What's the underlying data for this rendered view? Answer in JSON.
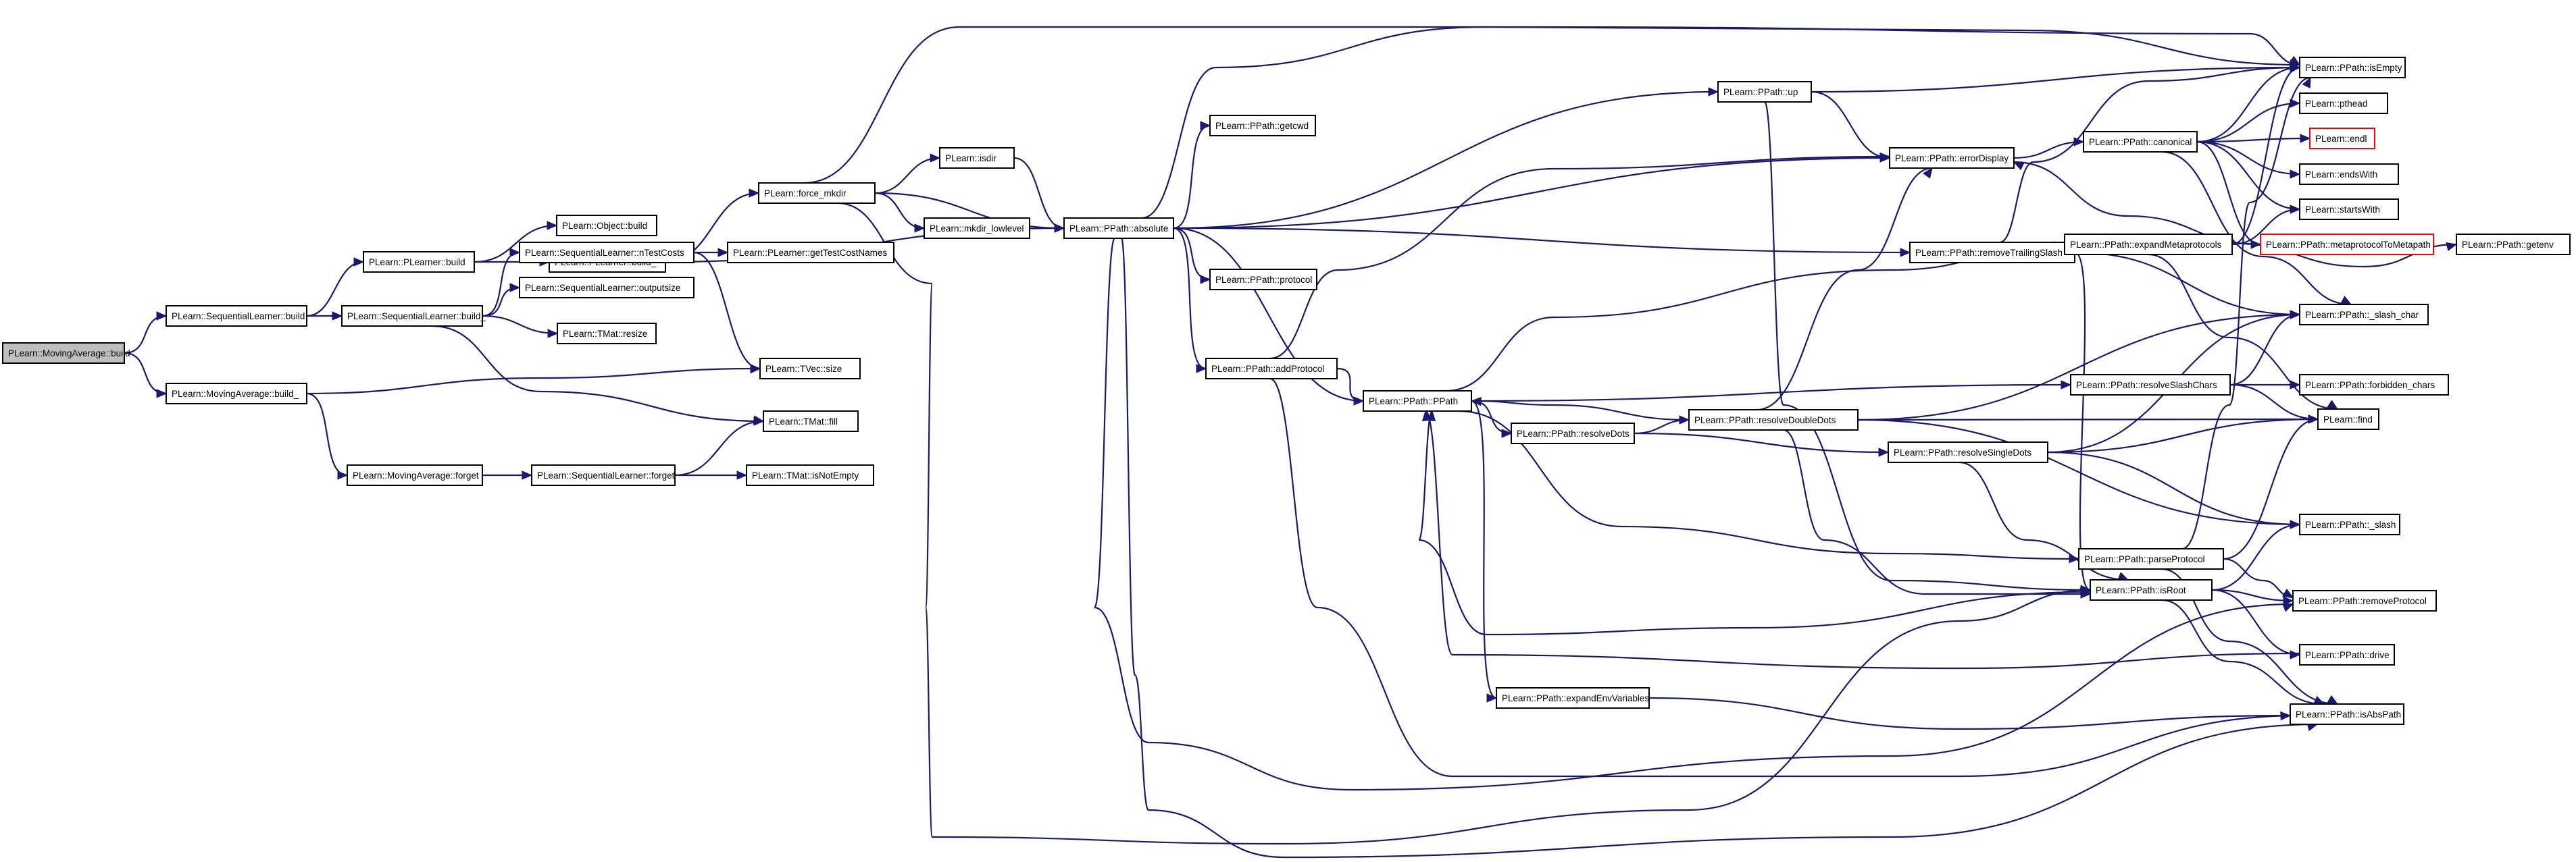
{
  "colors": {
    "edge": "#191970",
    "node_border": "#000000",
    "highlight_border": "#ff0000",
    "root_fill": "#bfbfbf"
  },
  "nodes": [
    {
      "id": "ma_build",
      "label": "PLearn::MovingAverage::build",
      "style": "root"
    },
    {
      "id": "sl_build",
      "label": "PLearn::SequentialLearner::build"
    },
    {
      "id": "ma_build_",
      "label": "PLearn::MovingAverage::build_"
    },
    {
      "id": "pl_build",
      "label": "PLearn::PLearner::build"
    },
    {
      "id": "sl_build_",
      "label": "PLearn::SequentialLearner::build_"
    },
    {
      "id": "ma_forget",
      "label": "PLearn::MovingAverage::forget"
    },
    {
      "id": "obj_build",
      "label": "PLearn::Object::build"
    },
    {
      "id": "pl_build_",
      "label": "PLearn::PLearner::build_"
    },
    {
      "id": "sl_ntc",
      "label": "PLearn::SequentialLearner::nTestCosts"
    },
    {
      "id": "sl_os",
      "label": "PLearn::SequentialLearner::outputsize"
    },
    {
      "id": "tmat_resize",
      "label": "PLearn::TMat::resize"
    },
    {
      "id": "sl_forget",
      "label": "PLearn::SequentialLearner::forget"
    },
    {
      "id": "force_mkdir",
      "label": "PLearn::force_mkdir"
    },
    {
      "id": "pl_gtcn",
      "label": "PLearn::PLearner::getTestCostNames"
    },
    {
      "id": "tvec_size",
      "label": "PLearn::TVec::size"
    },
    {
      "id": "tmat_fill",
      "label": "PLearn::TMat::fill"
    },
    {
      "id": "tmat_ine",
      "label": "PLearn::TMat::isNotEmpty"
    },
    {
      "id": "isdir",
      "label": "PLearn::isdir"
    },
    {
      "id": "mkdir_ll",
      "label": "PLearn::mkdir_lowlevel"
    },
    {
      "id": "pp_absolute",
      "label": "PLearn::PPath::absolute"
    },
    {
      "id": "pp_getcwd",
      "label": "PLearn::PPath::getcwd"
    },
    {
      "id": "pp_protocol",
      "label": "PLearn::PPath::protocol"
    },
    {
      "id": "pp_addprotocol",
      "label": "PLearn::PPath::addProtocol"
    },
    {
      "id": "pp_ppath",
      "label": "PLearn::PPath::PPath"
    },
    {
      "id": "pp_resolvedots",
      "label": "PLearn::PPath::resolveDots"
    },
    {
      "id": "pp_expandenv",
      "label": "PLearn::PPath::expandEnvVariables"
    },
    {
      "id": "pp_up",
      "label": "PLearn::PPath::up"
    },
    {
      "id": "pp_errordisplay",
      "label": "PLearn::PPath::errorDisplay"
    },
    {
      "id": "pp_removetrailing",
      "label": "PLearn::PPath::removeTrailingSlash"
    },
    {
      "id": "pp_resolvedoubledots",
      "label": "PLearn::PPath::resolveDoubleDots"
    },
    {
      "id": "pp_resolvesingledots",
      "label": "PLearn::PPath::resolveSingleDots"
    },
    {
      "id": "pp_canonical",
      "label": "PLearn::PPath::canonical"
    },
    {
      "id": "pp_expandmeta",
      "label": "PLearn::PPath::expandMetaprotocols"
    },
    {
      "id": "pp_resolveslash",
      "label": "PLearn::PPath::resolveSlashChars"
    },
    {
      "id": "pp_parseprotocol",
      "label": "PLearn::PPath::parseProtocol"
    },
    {
      "id": "pp_isroot",
      "label": "PLearn::PPath::isRoot"
    },
    {
      "id": "pp_isempty",
      "label": "PLearn::PPath::isEmpty"
    },
    {
      "id": "pthread",
      "label": "PLearn::pthead"
    },
    {
      "id": "endl",
      "label": "PLearn::endl",
      "style": "warn"
    },
    {
      "id": "endswith",
      "label": "PLearn::endsWith"
    },
    {
      "id": "startswith",
      "label": "PLearn::startsWith"
    },
    {
      "id": "pp_metatometa",
      "label": "PLearn::PPath::metaprotocolToMetapath",
      "style": "warn"
    },
    {
      "id": "pp_slashchar",
      "label": "PLearn::PPath::_slash_char"
    },
    {
      "id": "pp_forbidden",
      "label": "PLearn::PPath::forbidden_chars"
    },
    {
      "id": "find",
      "label": "PLearn::find"
    },
    {
      "id": "pp_slash",
      "label": "PLearn::PPath::_slash"
    },
    {
      "id": "pp_removeprotocol",
      "label": "PLearn::PPath::removeProtocol"
    },
    {
      "id": "pp_drive",
      "label": "PLearn::PPath::drive"
    },
    {
      "id": "pp_isabspath",
      "label": "PLearn::PPath::isAbsPath"
    },
    {
      "id": "pp_getenv",
      "label": "PLearn::PPath::getenv"
    }
  ],
  "edges": [
    [
      "ma_build",
      "sl_build"
    ],
    [
      "ma_build",
      "ma_build_"
    ],
    [
      "sl_build",
      "pl_build"
    ],
    [
      "sl_build",
      "sl_build_"
    ],
    [
      "pl_build",
      "obj_build"
    ],
    [
      "pl_build",
      "pl_build_"
    ],
    [
      "pl_build_",
      "force_mkdir"
    ],
    [
      "pl_build_",
      "pp_absolute"
    ],
    [
      "sl_build_",
      "sl_ntc"
    ],
    [
      "sl_build_",
      "sl_os"
    ],
    [
      "sl_build_",
      "tmat_resize"
    ],
    [
      "sl_build_",
      "tmat_fill"
    ],
    [
      "sl_ntc",
      "pl_gtcn"
    ],
    [
      "sl_ntc",
      "tvec_size"
    ],
    [
      "ma_build_",
      "tvec_size"
    ],
    [
      "ma_build_",
      "ma_forget"
    ],
    [
      "ma_forget",
      "sl_forget"
    ],
    [
      "sl_forget",
      "tmat_fill"
    ],
    [
      "sl_forget",
      "tmat_ine"
    ],
    [
      "force_mkdir",
      "isdir"
    ],
    [
      "force_mkdir",
      "mkdir_ll"
    ],
    [
      "force_mkdir",
      "pp_absolute"
    ],
    [
      "force_mkdir",
      "pp_isempty"
    ],
    [
      "force_mkdir",
      "pp_isroot"
    ],
    [
      "isdir",
      "pp_absolute"
    ],
    [
      "pp_absolute",
      "pp_getcwd"
    ],
    [
      "pp_absolute",
      "pp_protocol"
    ],
    [
      "pp_absolute",
      "pp_addprotocol"
    ],
    [
      "pp_absolute",
      "pp_ppath"
    ],
    [
      "pp_absolute",
      "pp_up"
    ],
    [
      "pp_absolute",
      "pp_removetrailing"
    ],
    [
      "pp_absolute",
      "pp_isempty"
    ],
    [
      "pp_absolute",
      "pp_errordisplay"
    ],
    [
      "pp_absolute",
      "pp_isabspath"
    ],
    [
      "pp_absolute",
      "pp_removeprotocol"
    ],
    [
      "pp_addprotocol",
      "pp_ppath"
    ],
    [
      "pp_addprotocol",
      "pp_errordisplay"
    ],
    [
      "pp_addprotocol",
      "pp_isabspath"
    ],
    [
      "pp_ppath",
      "pp_resolvedots"
    ],
    [
      "pp_ppath",
      "pp_expandenv"
    ],
    [
      "pp_ppath",
      "pp_resolveslash"
    ],
    [
      "pp_ppath",
      "pp_expandmeta"
    ],
    [
      "pp_ppath",
      "pp_parseprotocol"
    ],
    [
      "pp_resolvedots",
      "pp_resolvedoubledots"
    ],
    [
      "pp_resolvedots",
      "pp_resolvesingledots"
    ],
    [
      "pp_resolvedoubledots",
      "pp_ppath"
    ],
    [
      "pp_resolvedoubledots",
      "pp_errordisplay"
    ],
    [
      "pp_resolvedoubledots",
      "pp_slashchar"
    ],
    [
      "pp_resolvedoubledots",
      "find"
    ],
    [
      "pp_resolvedoubledots",
      "pp_slash"
    ],
    [
      "pp_resolvedoubledots",
      "pp_isroot"
    ],
    [
      "pp_resolvesingledots",
      "pp_slashchar"
    ],
    [
      "pp_resolvesingledots",
      "find"
    ],
    [
      "pp_resolvesingledots",
      "pp_slash"
    ],
    [
      "pp_resolvesingledots",
      "pp_isroot"
    ],
    [
      "pp_up",
      "pp_isempty"
    ],
    [
      "pp_up",
      "pp_errordisplay"
    ],
    [
      "pp_up",
      "pp_isroot"
    ],
    [
      "pp_errordisplay",
      "pp_canonical"
    ],
    [
      "pp_canonical",
      "pp_isempty"
    ],
    [
      "pp_canonical",
      "pthread"
    ],
    [
      "pp_canonical",
      "endl"
    ],
    [
      "pp_canonical",
      "endswith"
    ],
    [
      "pp_canonical",
      "startswith"
    ],
    [
      "pp_canonical",
      "pp_metatometa"
    ],
    [
      "pp_canonical",
      "pp_slashchar"
    ],
    [
      "pp_removetrailing",
      "pp_isempty"
    ],
    [
      "pp_removetrailing",
      "pp_slashchar"
    ],
    [
      "pp_removetrailing",
      "pp_isroot"
    ],
    [
      "pp_expandmeta",
      "pp_isempty"
    ],
    [
      "pp_expandmeta",
      "startswith"
    ],
    [
      "pp_expandmeta",
      "pp_getenv"
    ],
    [
      "pp_expandmeta",
      "find"
    ],
    [
      "pp_metatometa",
      "pp_errordisplay"
    ],
    [
      "pp_resolveslash",
      "pp_forbidden"
    ],
    [
      "pp_resolveslash",
      "pp_slashchar"
    ],
    [
      "pp_resolveslash",
      "find"
    ],
    [
      "pp_parseprotocol",
      "pp_isempty"
    ],
    [
      "pp_parseprotocol",
      "find"
    ],
    [
      "pp_parseprotocol",
      "pp_removeprotocol"
    ],
    [
      "pp_parseprotocol",
      "pp_isabspath"
    ],
    [
      "pp_isroot",
      "pp_ppath"
    ],
    [
      "pp_isroot",
      "pp_slash"
    ],
    [
      "pp_isroot",
      "pp_removeprotocol"
    ],
    [
      "pp_isroot",
      "pp_drive"
    ],
    [
      "pp_isroot",
      "pp_isabspath"
    ],
    [
      "pp_drive",
      "pp_ppath"
    ],
    [
      "pp_expandenv",
      "pp_isabspath"
    ]
  ]
}
